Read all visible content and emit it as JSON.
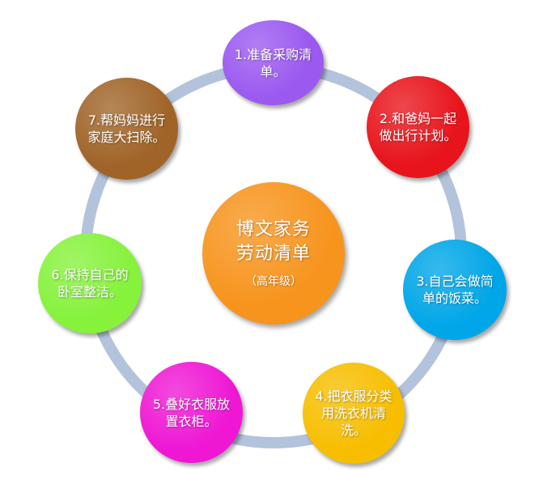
{
  "center": {
    "line1": "博文家务",
    "line2": "劳动清单",
    "sub": "（高年级）",
    "color": "#F7941D"
  },
  "ring_color": "#B3C3DC",
  "nodes": [
    {
      "label": "1.准备采购清单。",
      "color": "#9B59F0"
    },
    {
      "label": "2.和爸妈一起做出行计划。",
      "color": "#E8141B"
    },
    {
      "label": "3.自己会做简单的饭菜。",
      "color": "#00A6E8"
    },
    {
      "label": "4.把衣服分类用洗衣机清洗。",
      "color": "#F7BE00"
    },
    {
      "label": "5.叠好衣服放置衣柜。",
      "color": "#EF17D4"
    },
    {
      "label": "6.保持自己的卧室整洁。",
      "color": "#86F23C"
    },
    {
      "label": "7.帮妈妈进行家庭大扫除。",
      "color": "#A06428"
    }
  ]
}
